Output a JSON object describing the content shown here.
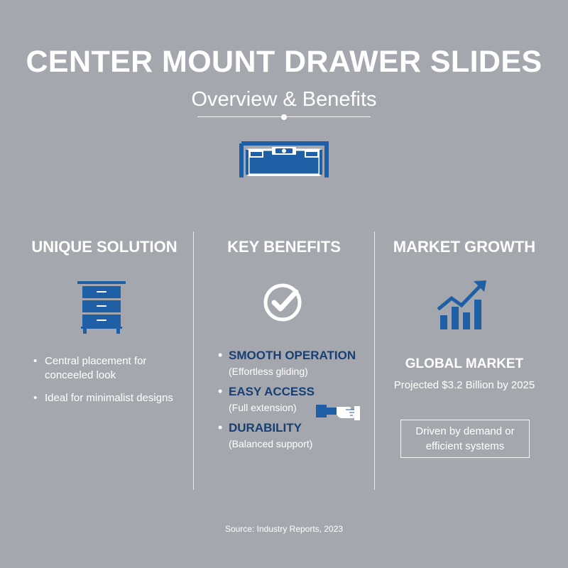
{
  "header": {
    "title": "CENTER MOUNT DRAWER SLIDES",
    "subtitle": "Overview & Benefits"
  },
  "colors": {
    "background": "#a4a7ad",
    "accent_blue": "#1f5fa6",
    "dark_blue": "#173f76",
    "text": "#ffffff"
  },
  "icons": {
    "hero": "drawer-slide-icon",
    "unique_solution": "cabinet-icon",
    "key_benefits": "check-circle-icon",
    "market_growth": "growth-chart-icon",
    "easy_access": "hand-slide-icon"
  },
  "columns": {
    "unique_solution": {
      "heading": "UNIQUE SOLUTION",
      "items": [
        "Central placement for conceeled look",
        "Ideal for minimalist designs"
      ]
    },
    "key_benefits": {
      "heading": "KEY BENEFITS",
      "items": [
        {
          "title": "SMOOTH OPERATION",
          "description": "(Effortless gliding)"
        },
        {
          "title": "EASY ACCESS",
          "description": "(Full extension)"
        },
        {
          "title": "DURABILITY",
          "description": "(Balanced support)"
        }
      ]
    },
    "market_growth": {
      "heading": "MARKET GROWTH",
      "market_label": "GLOBAL MARKET",
      "projection": "Projected $3.2 Billion by 2025",
      "note": "Driven by demand or efficient systems"
    }
  },
  "footer": {
    "source": "Source: Industry Reports, 2023"
  }
}
